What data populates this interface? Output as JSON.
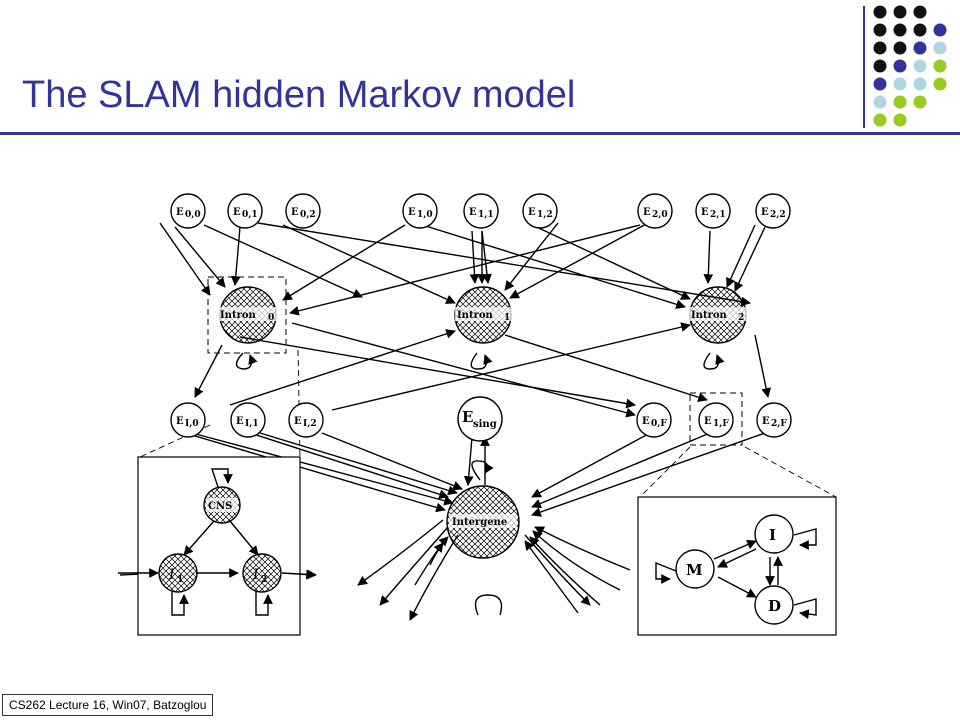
{
  "slide": {
    "title": "The SLAM hidden Markov model",
    "footer": "CS262 Lecture 16, Win07, Batzoglou",
    "accent_color": "#333399",
    "dot_colors": [
      "#111111",
      "#333399",
      "#aed4e0",
      "#99cc22"
    ]
  },
  "diagram": {
    "exon_top": [
      {
        "id": "E00",
        "base": "E",
        "sub": "0,0"
      },
      {
        "id": "E01",
        "base": "E",
        "sub": "0,1"
      },
      {
        "id": "E02",
        "base": "E",
        "sub": "0,2"
      },
      {
        "id": "E10",
        "base": "E",
        "sub": "1,0"
      },
      {
        "id": "E11",
        "base": "E",
        "sub": "1,1"
      },
      {
        "id": "E12",
        "base": "E",
        "sub": "1,2"
      },
      {
        "id": "E20",
        "base": "E",
        "sub": "2,0"
      },
      {
        "id": "E21",
        "base": "E",
        "sub": "2,1"
      },
      {
        "id": "E22",
        "base": "E",
        "sub": "2,2"
      }
    ],
    "introns": [
      {
        "id": "Intron0",
        "base": "Intron",
        "sub": "0"
      },
      {
        "id": "Intron1",
        "base": "Intron",
        "sub": "1"
      },
      {
        "id": "Intron2",
        "base": "Intron",
        "sub": "2"
      }
    ],
    "exon_bottom": [
      {
        "id": "EI0",
        "base": "E",
        "sub": "I,0"
      },
      {
        "id": "EI1",
        "base": "E",
        "sub": "I,1"
      },
      {
        "id": "EI2",
        "base": "E",
        "sub": "I,2"
      },
      {
        "id": "Esing",
        "base": "E",
        "sub": "sing"
      },
      {
        "id": "E0F",
        "base": "E",
        "sub": "0,F"
      },
      {
        "id": "E1F",
        "base": "E",
        "sub": "1,F"
      },
      {
        "id": "E2F",
        "base": "E",
        "sub": "2,F"
      }
    ],
    "intergene": "Intergene",
    "left_inset": {
      "cns": "CNS",
      "i1_base": "I",
      "i1_sub": "1",
      "i2_base": "I",
      "i2_sub": "2"
    },
    "right_inset": {
      "m": "M",
      "i": "I",
      "d": "D"
    }
  }
}
